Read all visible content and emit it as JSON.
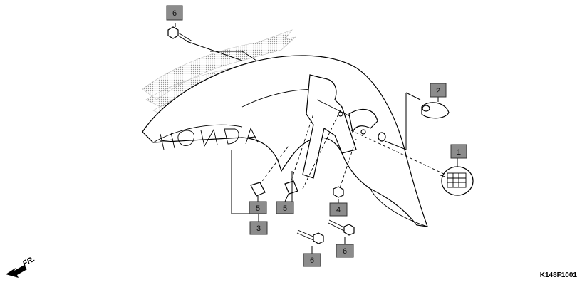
{
  "diagram": {
    "reference_code": "K148F1001",
    "direction_label": "FR.",
    "callouts": [
      {
        "id": "c6a",
        "label": "6"
      },
      {
        "id": "c2",
        "label": "2"
      },
      {
        "id": "c1",
        "label": "1"
      },
      {
        "id": "c5a",
        "label": "5"
      },
      {
        "id": "c5b",
        "label": "5"
      },
      {
        "id": "c3",
        "label": "3"
      },
      {
        "id": "c4",
        "label": "4"
      },
      {
        "id": "c6b",
        "label": "6"
      },
      {
        "id": "c6c",
        "label": "6"
      }
    ]
  }
}
